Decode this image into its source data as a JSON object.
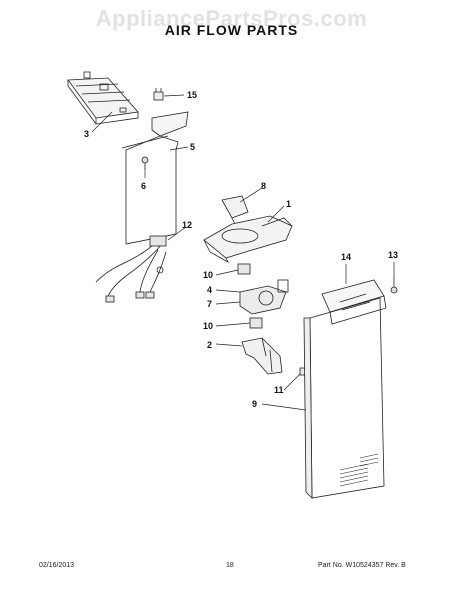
{
  "watermark": "AppliancePartsPros.com",
  "title": "AIR FLOW PARTS",
  "callouts": [
    {
      "id": "c1",
      "text": "1"
    },
    {
      "id": "c2",
      "text": "2"
    },
    {
      "id": "c3",
      "text": "3"
    },
    {
      "id": "c4",
      "text": "4"
    },
    {
      "id": "c5",
      "text": "5"
    },
    {
      "id": "c6",
      "text": "6"
    },
    {
      "id": "c7",
      "text": "7"
    },
    {
      "id": "c8",
      "text": "8"
    },
    {
      "id": "c9",
      "text": "9"
    },
    {
      "id": "c10a",
      "text": "10"
    },
    {
      "id": "c10b",
      "text": "10"
    },
    {
      "id": "c11",
      "text": "11"
    },
    {
      "id": "c12",
      "text": "12"
    },
    {
      "id": "c13",
      "text": "13"
    },
    {
      "id": "c14",
      "text": "14"
    },
    {
      "id": "c15",
      "text": "15"
    }
  ],
  "footer": {
    "date": "02/16/2013",
    "page": "18",
    "part_no": "Part No. W10524357  Rev. B"
  }
}
